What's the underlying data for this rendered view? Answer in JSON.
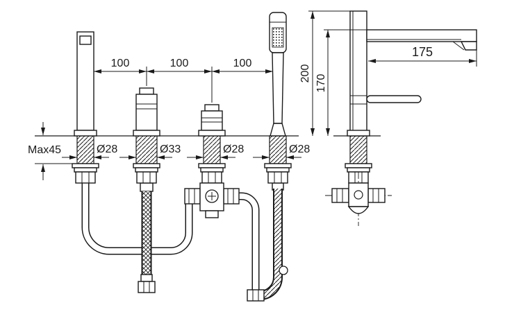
{
  "drawing": {
    "colors": {
      "ink": "#1a1a1a",
      "background": "#ffffff"
    },
    "labels": {
      "spacing_1": "100",
      "spacing_2": "100",
      "spacing_3": "100",
      "deck_max": "Max45",
      "dia_1": "Ø28",
      "dia_2": "Ø33",
      "dia_3": "Ø28",
      "dia_4": "Ø28",
      "height_total": "200",
      "height_spout": "170",
      "spout_reach": "175"
    }
  }
}
